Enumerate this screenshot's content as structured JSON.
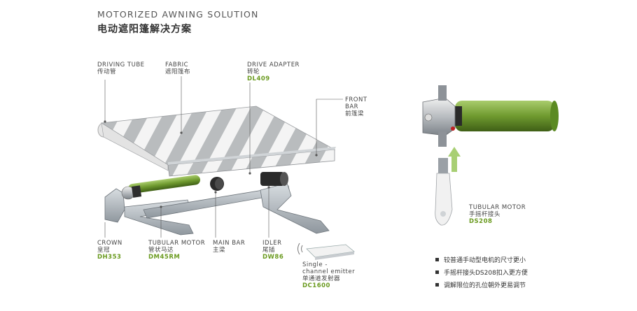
{
  "heading": {
    "en": "MOTORIZED AWNING SOLUTION",
    "cn": "电动遮阳篷解决方案"
  },
  "labels": {
    "driving_tube": {
      "en": "DRIVING TUBE",
      "cn": "传动管"
    },
    "fabric": {
      "en": "FABRIC",
      "cn": "遮阳篷布"
    },
    "drive_adapter": {
      "en": "DRIVE ADAPTER",
      "cn": "转轮",
      "code": "DL409"
    },
    "front_bar": {
      "en1": "FRONT",
      "en2": "BAR",
      "cn": "前篷梁"
    },
    "crown": {
      "en": "CROWN",
      "cn": "皇冠",
      "code": "DH353"
    },
    "tubular_motor_left": {
      "en": "TUBULAR MOTOR",
      "cn": "管状马达",
      "code": "DM45RM"
    },
    "main_bar": {
      "en": "MAIN BAR",
      "cn": "主梁"
    },
    "idler": {
      "en": "IDLER",
      "cn": "尾插",
      "code": "DW86"
    },
    "emitter": {
      "en1": "Single -",
      "en2": "channel emitter",
      "cn": "单通道发射器",
      "code": "DC1600"
    },
    "tubular_motor_right": {
      "en": "TUBULAR MOTOR",
      "cn": "手摇杆接头",
      "code": "DS208"
    }
  },
  "features": [
    "较普通手动型电机的尺寸更小",
    "手摇杆接头DS208扣入更方便",
    "调解限位的孔位朝外更易调节"
  ],
  "colors": {
    "code_green": "#6a9a1f",
    "tube_green": "#7aa43a",
    "arrow_green": "#9fc86a",
    "frame_gray": "#aab1b8"
  }
}
